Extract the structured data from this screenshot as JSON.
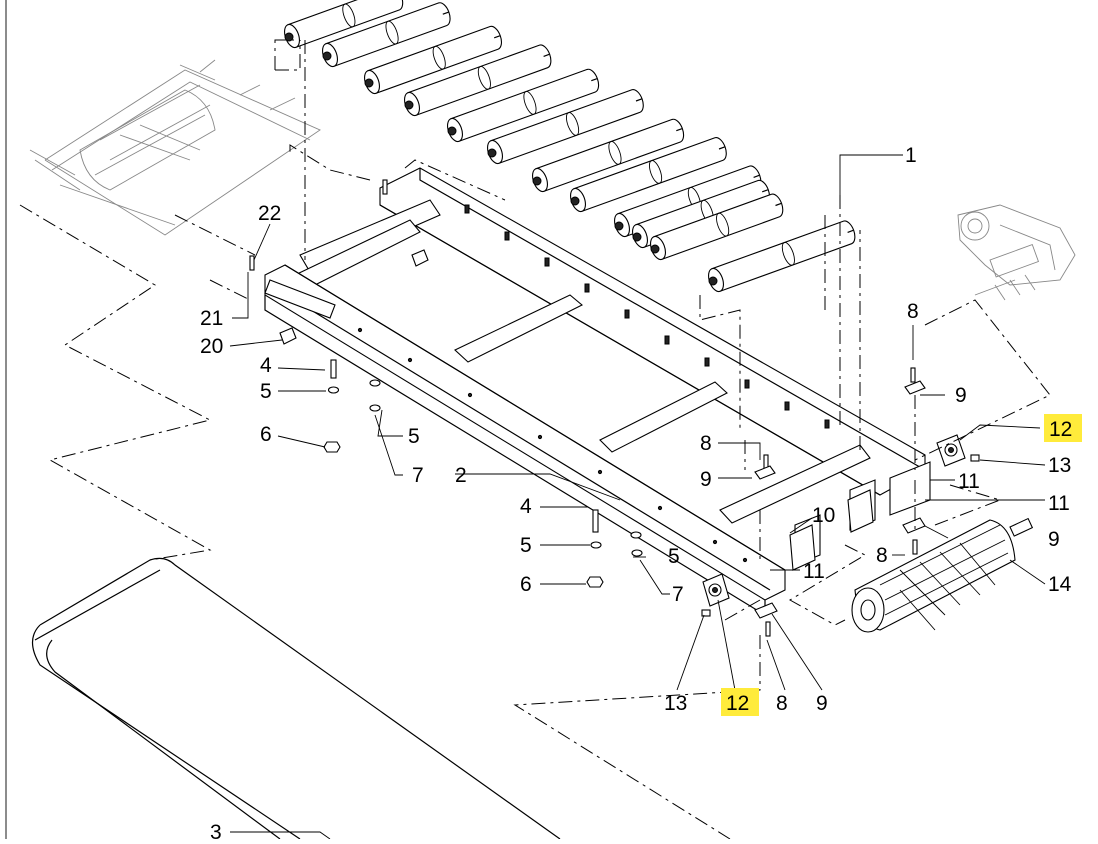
{
  "diagram": {
    "background": "#ffffff",
    "highlight_color": "#ffeb3b",
    "callouts": [
      {
        "id": "c1",
        "text": "1"
      },
      {
        "id": "c2",
        "text": "2"
      },
      {
        "id": "c3",
        "text": "3"
      },
      {
        "id": "c4a",
        "text": "4"
      },
      {
        "id": "c4b",
        "text": "4"
      },
      {
        "id": "c5a",
        "text": "5"
      },
      {
        "id": "c5b",
        "text": "5"
      },
      {
        "id": "c5c",
        "text": "5"
      },
      {
        "id": "c5d",
        "text": "5"
      },
      {
        "id": "c6a",
        "text": "6"
      },
      {
        "id": "c6b",
        "text": "6"
      },
      {
        "id": "c7a",
        "text": "7"
      },
      {
        "id": "c7b",
        "text": "7"
      },
      {
        "id": "c8a",
        "text": "8"
      },
      {
        "id": "c8b",
        "text": "8"
      },
      {
        "id": "c8c",
        "text": "8"
      },
      {
        "id": "c8d",
        "text": "8"
      },
      {
        "id": "c9a",
        "text": "9"
      },
      {
        "id": "c9b",
        "text": "9"
      },
      {
        "id": "c9c",
        "text": "9"
      },
      {
        "id": "c9d",
        "text": "9"
      },
      {
        "id": "c10",
        "text": "10"
      },
      {
        "id": "c11a",
        "text": "11"
      },
      {
        "id": "c11b",
        "text": "11"
      },
      {
        "id": "c11c",
        "text": "11"
      },
      {
        "id": "c12a",
        "text": "12",
        "highlighted": true
      },
      {
        "id": "c12b",
        "text": "12",
        "highlighted": true
      },
      {
        "id": "c13a",
        "text": "13"
      },
      {
        "id": "c13b",
        "text": "13"
      },
      {
        "id": "c14",
        "text": "14"
      },
      {
        "id": "c20",
        "text": "20"
      },
      {
        "id": "c21",
        "text": "21"
      },
      {
        "id": "c22",
        "text": "22"
      }
    ]
  }
}
